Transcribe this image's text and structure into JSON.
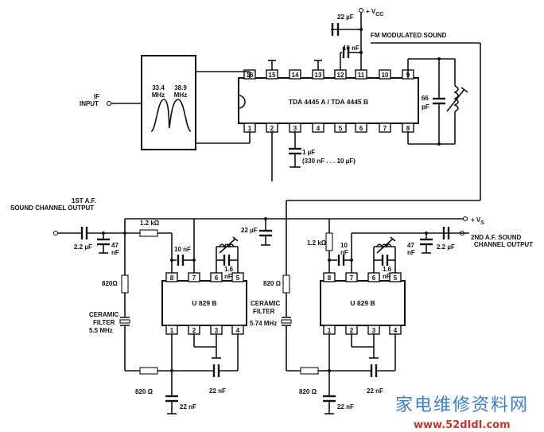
{
  "ics": {
    "main": {
      "label": "TDA 4445 A / TDA 4445 B",
      "top_pins": [
        "16",
        "15",
        "14",
        "13",
        "12",
        "11",
        "10",
        "9"
      ],
      "bottom_pins": [
        "1",
        "2",
        "3",
        "4",
        "5",
        "6",
        "7",
        "8"
      ]
    },
    "left": {
      "label": "U 829 B",
      "top_pins": [
        "8",
        "7",
        "6",
        "5"
      ],
      "bottom_pins": [
        "1",
        "2",
        "3",
        "4"
      ]
    },
    "right": {
      "label": "U 829 B",
      "top_pins": [
        "8",
        "7",
        "6",
        "5"
      ],
      "bottom_pins": [
        "1",
        "2",
        "3",
        "4"
      ]
    }
  },
  "labels": {
    "vcc_v": "+ V",
    "vcc_sub": "CC",
    "vs_v": "+ V",
    "vs_sub": "S",
    "fm_modulated": "FM MODULATED SOUND",
    "if_input_1": "IF",
    "if_input_2": "INPUT",
    "filter_f1": "33.4",
    "filter_f1_unit": "MHz",
    "filter_f2": "38.9",
    "filter_f2_unit": "MHz",
    "sound1_1": "1ST A.F.",
    "sound1_2": "SOUND CHANNEL OUTPUT",
    "sound2_1": "2ND A.F. SOUND",
    "sound2_2": "CHANNEL OUTPUT",
    "cer1_1": "CERAMIC",
    "cer1_2": "FILTER",
    "cer1_3": "5.5 MHz",
    "cer2_1": "CERAMIC",
    "cer2_2": "FILTER",
    "cer2_3": "5.74 MHz"
  },
  "components": {
    "c_22u_vcc": "22 µF",
    "c_10n_top": "10 nF",
    "c_66p_1": "66",
    "c_66p_2": "pF",
    "c_1u": "1 µF",
    "c_1u_range": "(330 nF . . . 10 µF)",
    "c_2u2_left": "2.2 µF",
    "c_47n_left_1": "47",
    "c_47n_left_2": "nF",
    "r_1k2_left": "1.2 kΩ",
    "c_10n_left": "10 nF",
    "c_22u_mid": "22 µF",
    "c_1n6_left_1": "1.6",
    "c_1n6_left_2": "nF",
    "r_820_left": "820Ω",
    "r_820_bottom_left": "820 Ω",
    "c_22n_left_bottom": "22 nF",
    "c_22n_left_gnd": "22 nF",
    "r_820_mid": "820 Ω",
    "r_1k2_right": "1.2 kΩ",
    "c_10n_right_1": "10",
    "c_10n_right_2": "nF",
    "c_1n6_right_1": "1.6",
    "c_1n6_right_2": "nF",
    "c_47n_right_1": "47",
    "c_47n_right_2": "nF",
    "c_2u2_right": "2.2 µF",
    "r_820_bottom_right": "820 Ω",
    "c_22n_right_bottom": "22 nF",
    "c_22n_right_gnd": "22 nF"
  },
  "watermark": {
    "chinese": "家电维修资料网",
    "url": "www.52dIdI.com"
  }
}
